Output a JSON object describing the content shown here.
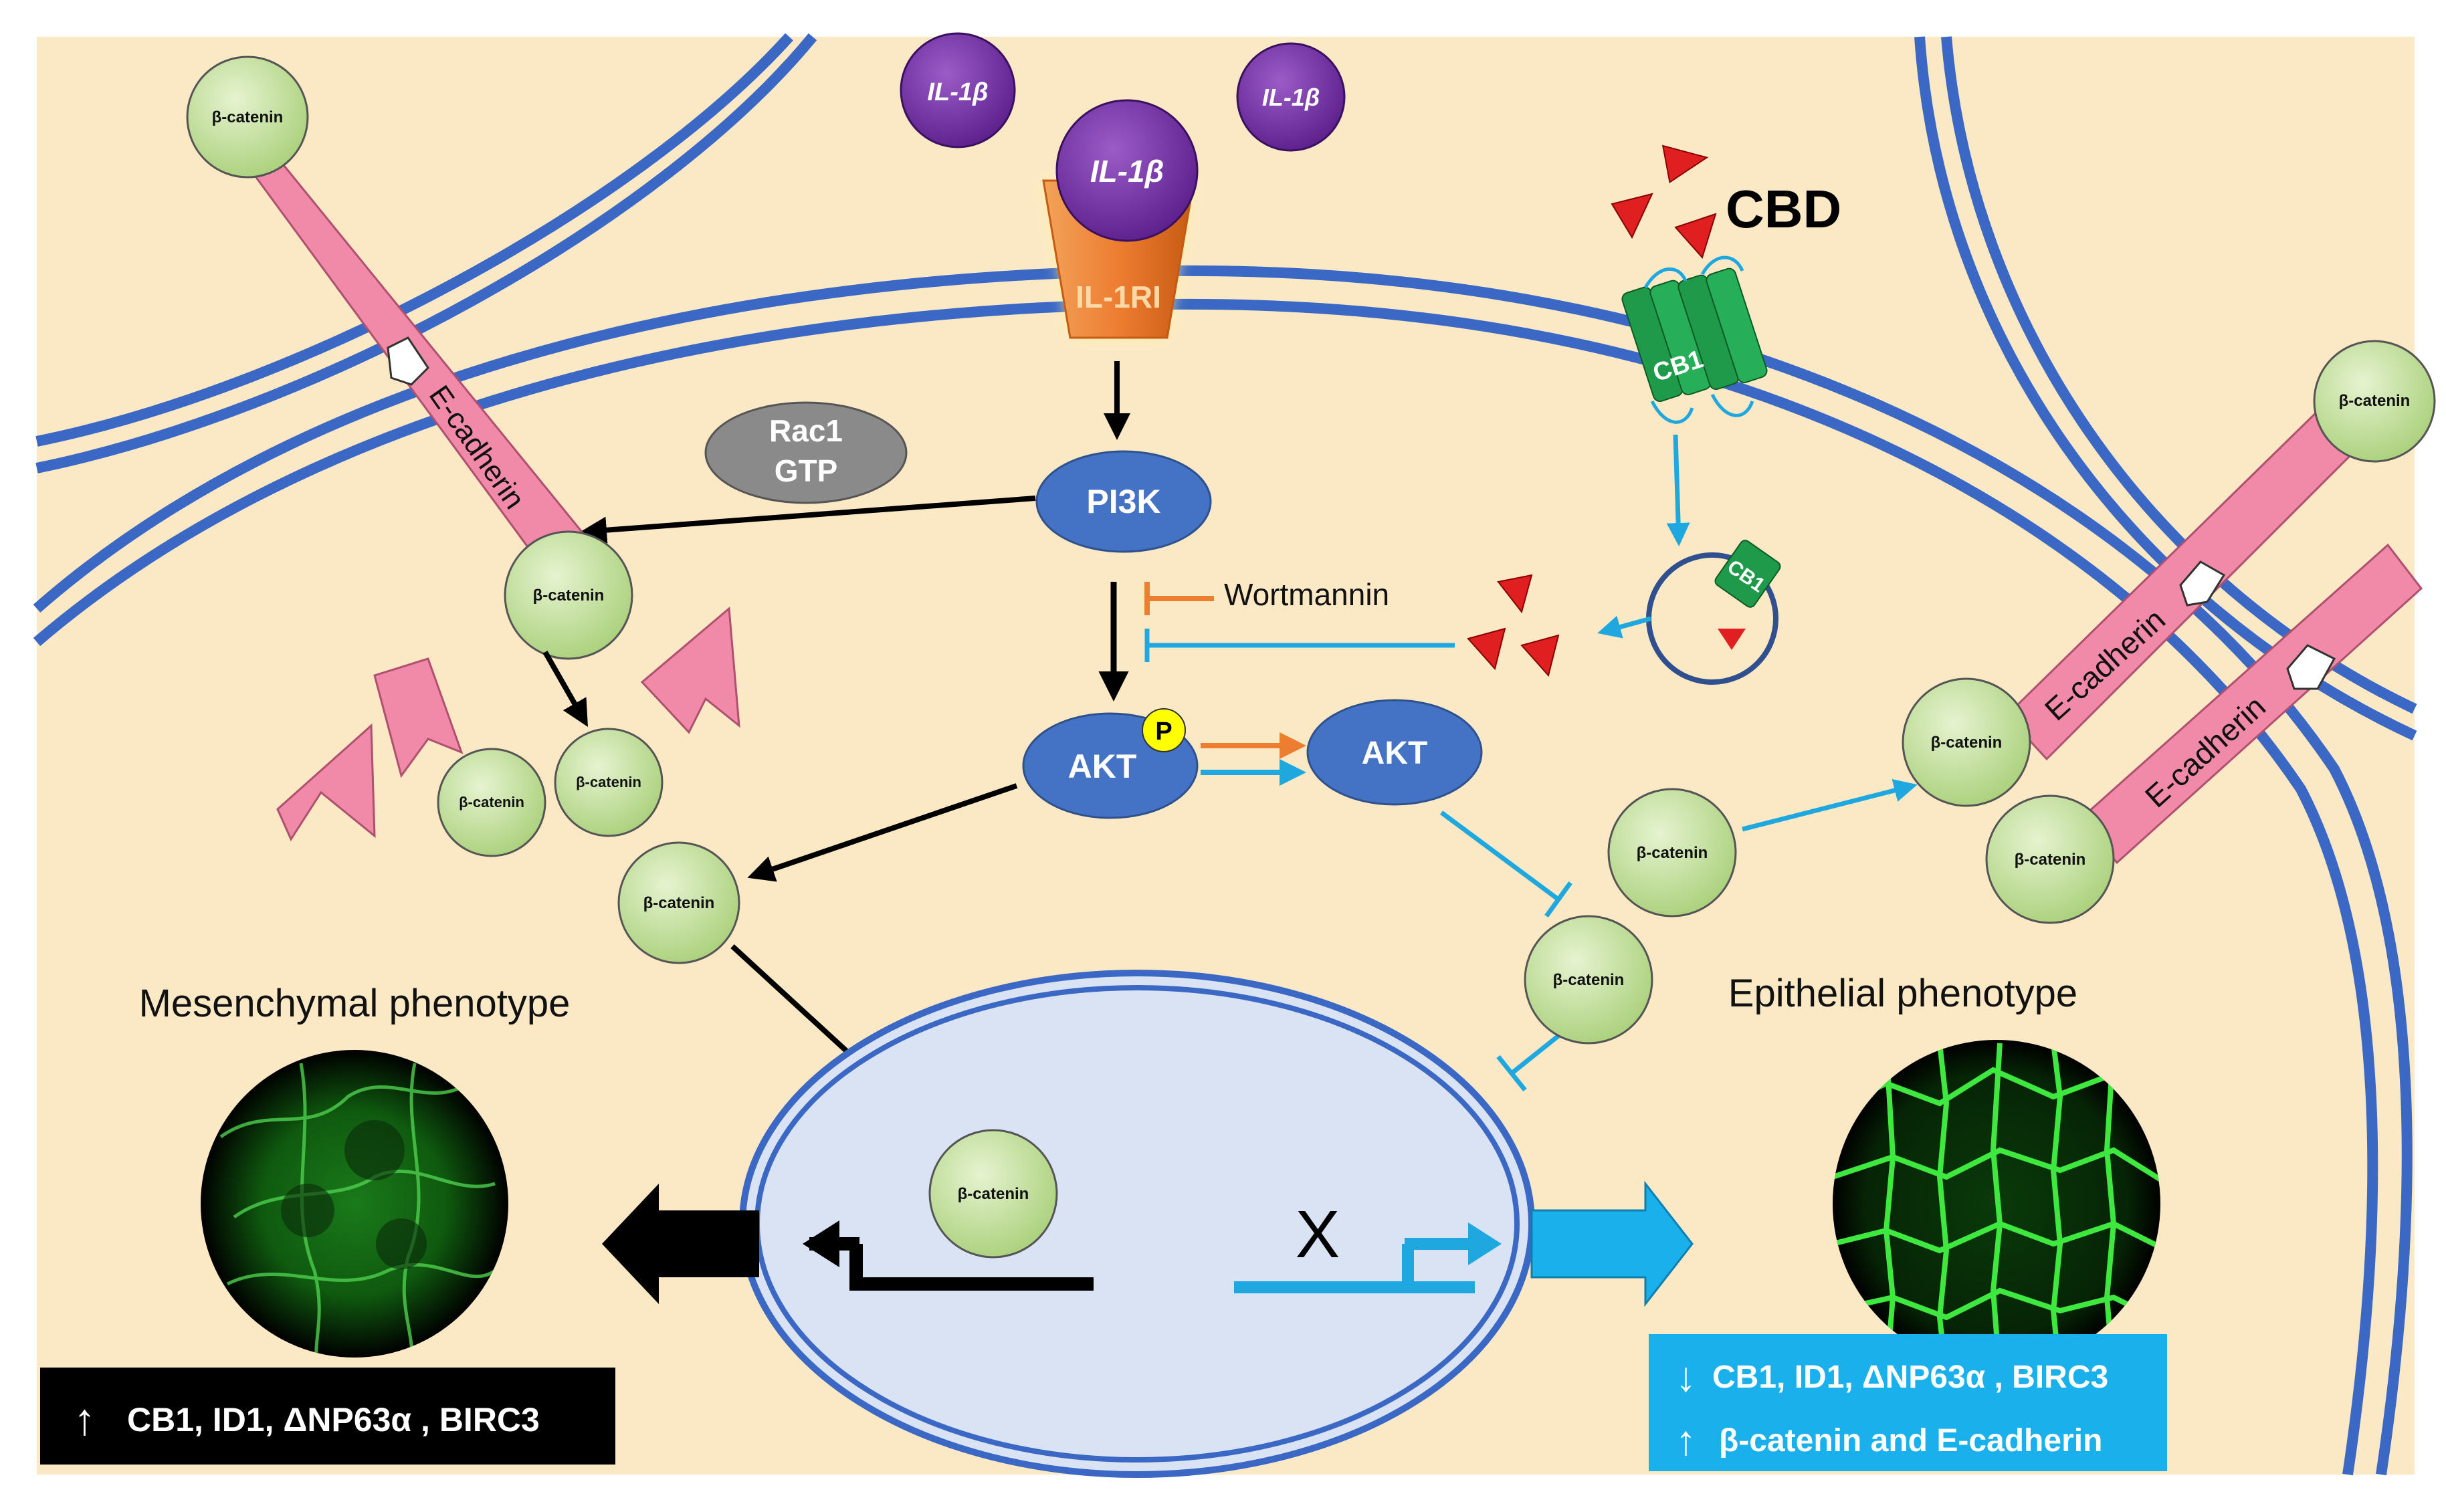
{
  "cytokines": {
    "il1b_1": "IL-1β",
    "il1b_2": "IL-1β",
    "il1b_bound": "IL-1β",
    "receptor": "IL-1RI"
  },
  "drug": {
    "cbd": "CBD",
    "cb1": "CB1",
    "cb1_internalized": "CB1"
  },
  "signaling": {
    "pi3k": "PI3K",
    "rac1_line1": "Rac1",
    "rac1_line2": "GTP",
    "akt_p": "AKT",
    "phospho": "P",
    "akt": "AKT",
    "wortmannin": "Wortmannin"
  },
  "adhesion": {
    "beta_catenin": "β-catenin",
    "e_cadherin": "E-cadherin"
  },
  "nucleus": {
    "blocked_marker": "X"
  },
  "phenotypes": {
    "mesenchymal": "Mesenchymal phenotype",
    "epithelial": "Epithelial phenotype"
  },
  "markers": {
    "up_arrow": "↑",
    "down_arrow": "↓",
    "mes_text": "CB1,  ID1, ΔNP63α , BIRC3",
    "epi_line1": "CB1, ID1, ΔNP63α , BIRC3",
    "epi_line2": "β-catenin and E-cadherin"
  },
  "colors": {
    "cytoplasm": "#fbe9c6",
    "membrane": "#3b68c4",
    "node": "#4472c4",
    "il1b": "#7030a0",
    "receptor": "#ed7d31",
    "cb1": "#1f9a4a",
    "cbd": "#e02020",
    "catenin": "#c5e0a0",
    "cadherin": "#f08aa8",
    "inhibit_orange": "#ed7d31",
    "inhibit_blue": "#1fa8e0",
    "nucleus": "#dae3f3",
    "black_box": "#000000",
    "blue_box": "#1ab0ec"
  }
}
